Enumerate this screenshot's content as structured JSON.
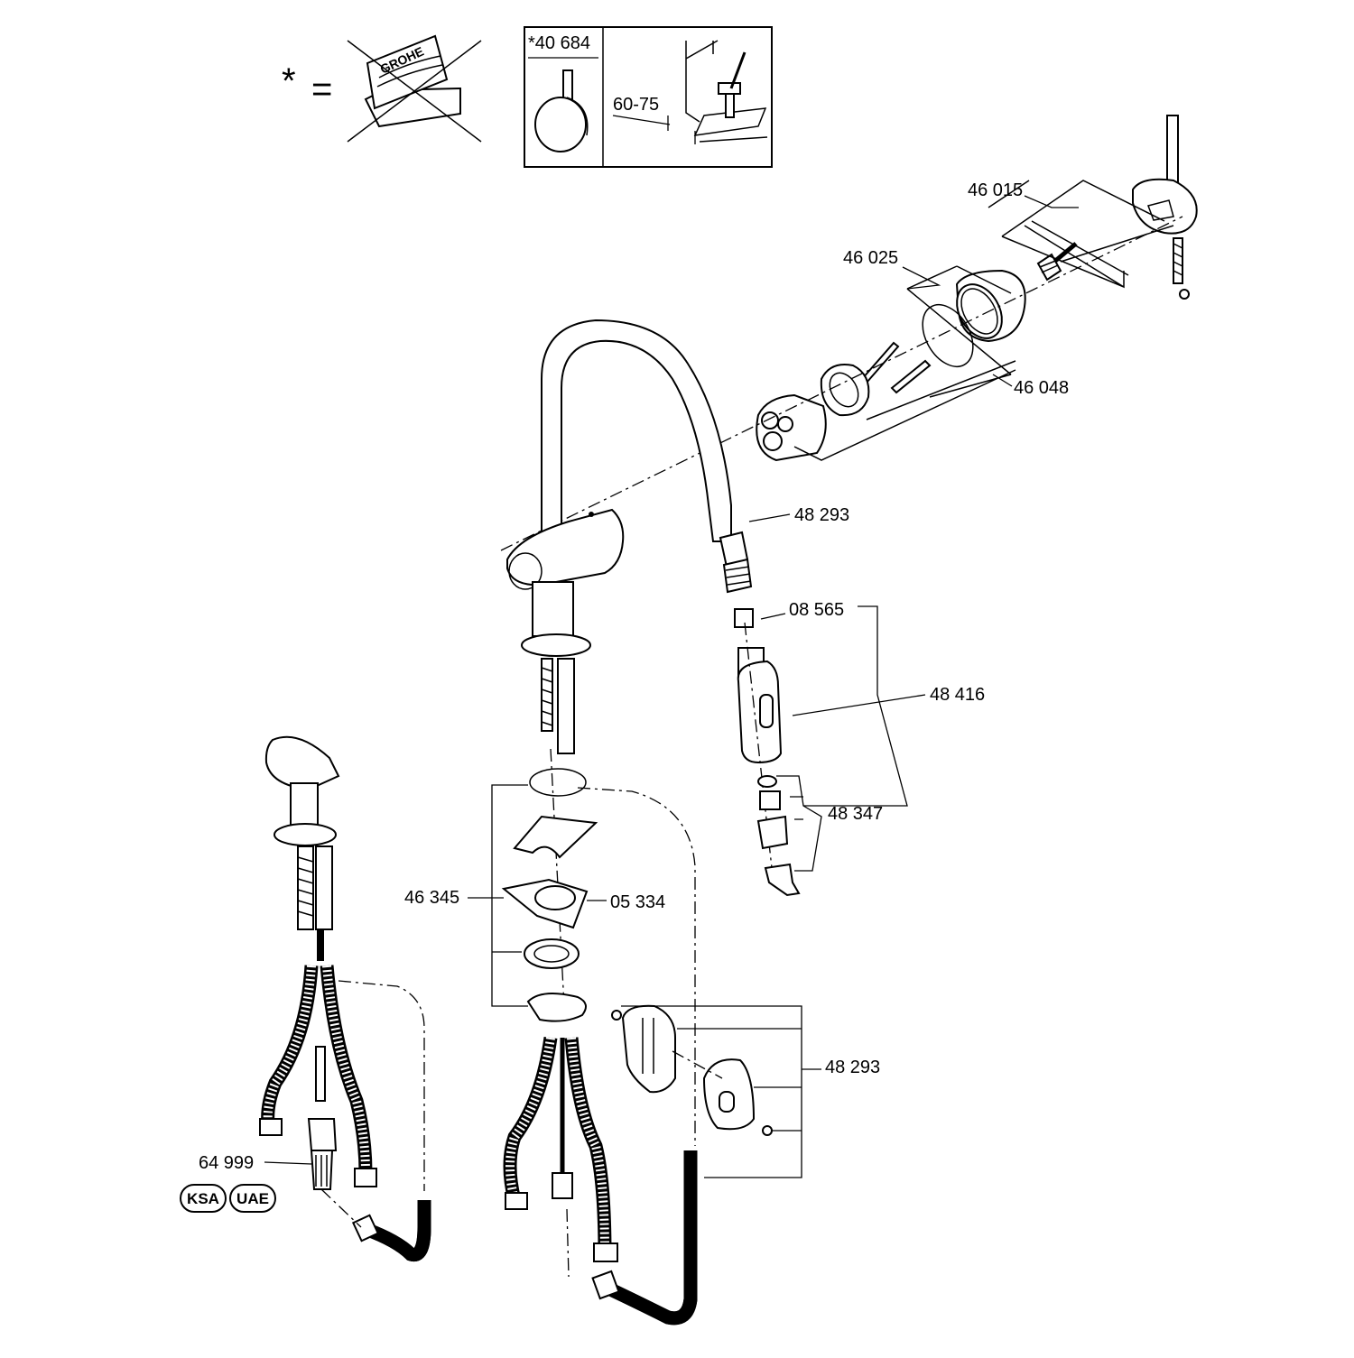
{
  "symbols": {
    "asterisk": "*",
    "equals": "=",
    "brand_on_packaging": "GROHE"
  },
  "inset": {
    "part_number": "*40 684",
    "dimension": "60-75"
  },
  "labels": {
    "p46015": "46 015",
    "p46025": "46 025",
    "p46048": "46 048",
    "p48293_top": "48 293",
    "p08565": "08 565",
    "p48416": "48 416",
    "p48347": "48 347",
    "p46345": "46 345",
    "p05334": "05 334",
    "p48293_bottom": "48 293",
    "p64999": "64 999"
  },
  "region_badges": [
    "KSA",
    "UAE"
  ],
  "colors": {
    "ink": "#000000",
    "paper": "#ffffff"
  }
}
